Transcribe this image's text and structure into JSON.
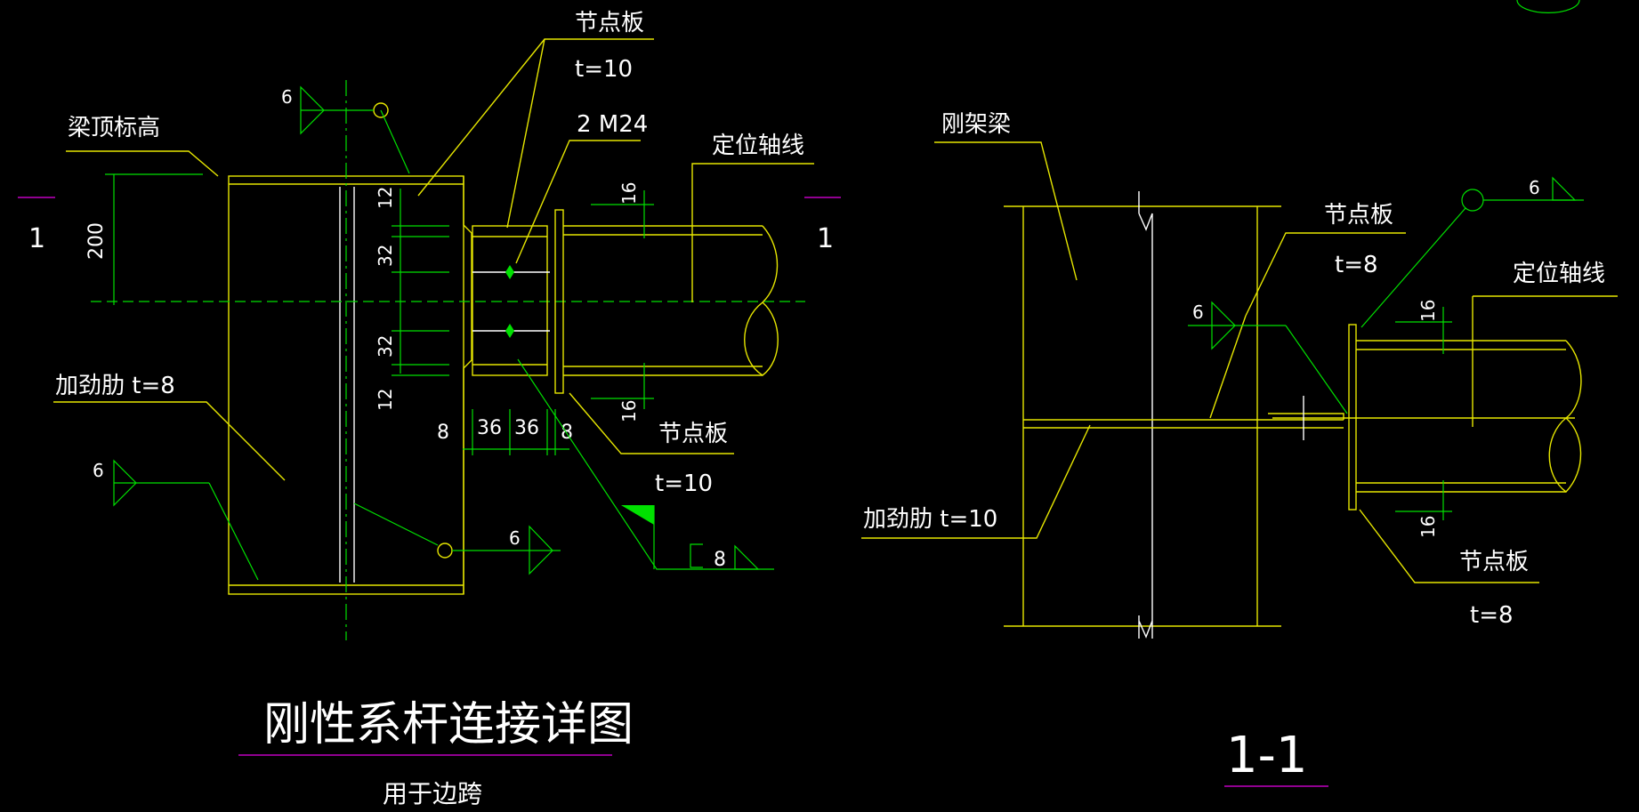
{
  "left_view": {
    "title": "刚性系杆连接详图",
    "subtitle": "用于边跨",
    "section_mark_left": "1",
    "section_mark_right": "1",
    "labels": {
      "beam_top_elev": "梁顶标高",
      "node_plate_top": "节点板",
      "node_plate_top_t": "t=10",
      "bolt": "2 M24",
      "axis": "定位轴线",
      "stiffener": "加劲肋 t=8",
      "node_plate_bottom": "节点板",
      "node_plate_bottom_t": "t=10"
    },
    "dims": {
      "d200": "200",
      "d12a": "12",
      "d32a": "32",
      "d32b": "32",
      "d12b": "12",
      "d16a": "16",
      "d16b": "16",
      "d8a": "8",
      "d36a": "36",
      "d36b": "36",
      "d8b": "8",
      "weld_a": "6",
      "weld_b": "6",
      "weld_c": "6",
      "weld_d": "8"
    }
  },
  "right_view": {
    "title": "1-1",
    "labels": {
      "frame_beam": "刚架梁",
      "node_plate_top": "节点板",
      "node_plate_top_t": "t=8",
      "axis": "定位轴线",
      "stiffener": "加劲肋 t=10",
      "node_plate_bottom": "节点板",
      "node_plate_bottom_t": "t=8"
    },
    "dims": {
      "d16a": "16",
      "d16b": "16",
      "weld_a": "6",
      "weld_b": "6"
    }
  }
}
